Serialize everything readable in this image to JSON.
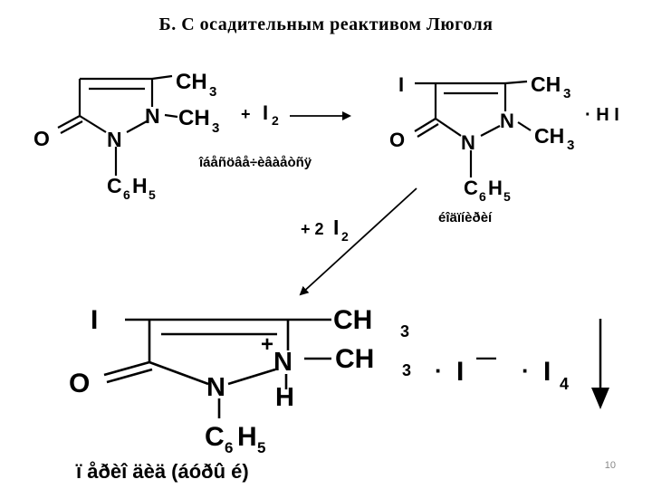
{
  "slide": {
    "title": "Б.  С  осадительным  реактивом Люголя",
    "number": "10"
  },
  "molecule1": {
    "ch3_top": "CH",
    "ch3_top_sub": "3",
    "n_methyl_n": "N",
    "n_methyl_ch": "CH",
    "n_methyl_sub": "3",
    "oxygen": "O",
    "n_phenyl": "N",
    "phenyl_c": "C",
    "phenyl_c_sub": "6",
    "phenyl_h": "H",
    "phenyl_h_sub": "5"
  },
  "reagent1": {
    "plus": "+",
    "iodine": "I",
    "iodine_sub": "2"
  },
  "label1": "îáåñöâå÷èâàåòñÿ",
  "molecule2": {
    "iodo": "I",
    "ch3_top": "CH",
    "ch3_top_sub": "3",
    "n_methyl_n": "N",
    "n_methyl_ch": "CH",
    "n_methyl_sub": "3",
    "oxygen": "O",
    "n_phenyl": "N",
    "phenyl_c": "C",
    "phenyl_c_sub": "6",
    "phenyl_h": "H",
    "phenyl_h_sub": "5",
    "hi_salt": "· H I"
  },
  "label2": "éîäïíèðèí",
  "reagent2": {
    "plus_two": "+ 2",
    "iodine": "I",
    "iodine_sub": "2"
  },
  "molecule3": {
    "iodo": "I",
    "ch3_top": "CH",
    "ch3_top_sub": "3",
    "plus_charge": "+",
    "n_methyl_n": "N",
    "n_methyl_ch": "CH",
    "n_methyl_sub": "3",
    "n_h": "H",
    "oxygen": "O",
    "n_phenyl": "N",
    "phenyl_c": "C",
    "phenyl_c_sub": "6",
    "phenyl_h": "H",
    "phenyl_h_sub": "5",
    "iodide_dot": "·",
    "iodide": "I",
    "iodide_charge": "—",
    "triiodide_dot": "·",
    "triiodide": "I",
    "triiodide_sub": "4"
  },
  "label3": "ï åðèî äèä (áóðû é)"
}
